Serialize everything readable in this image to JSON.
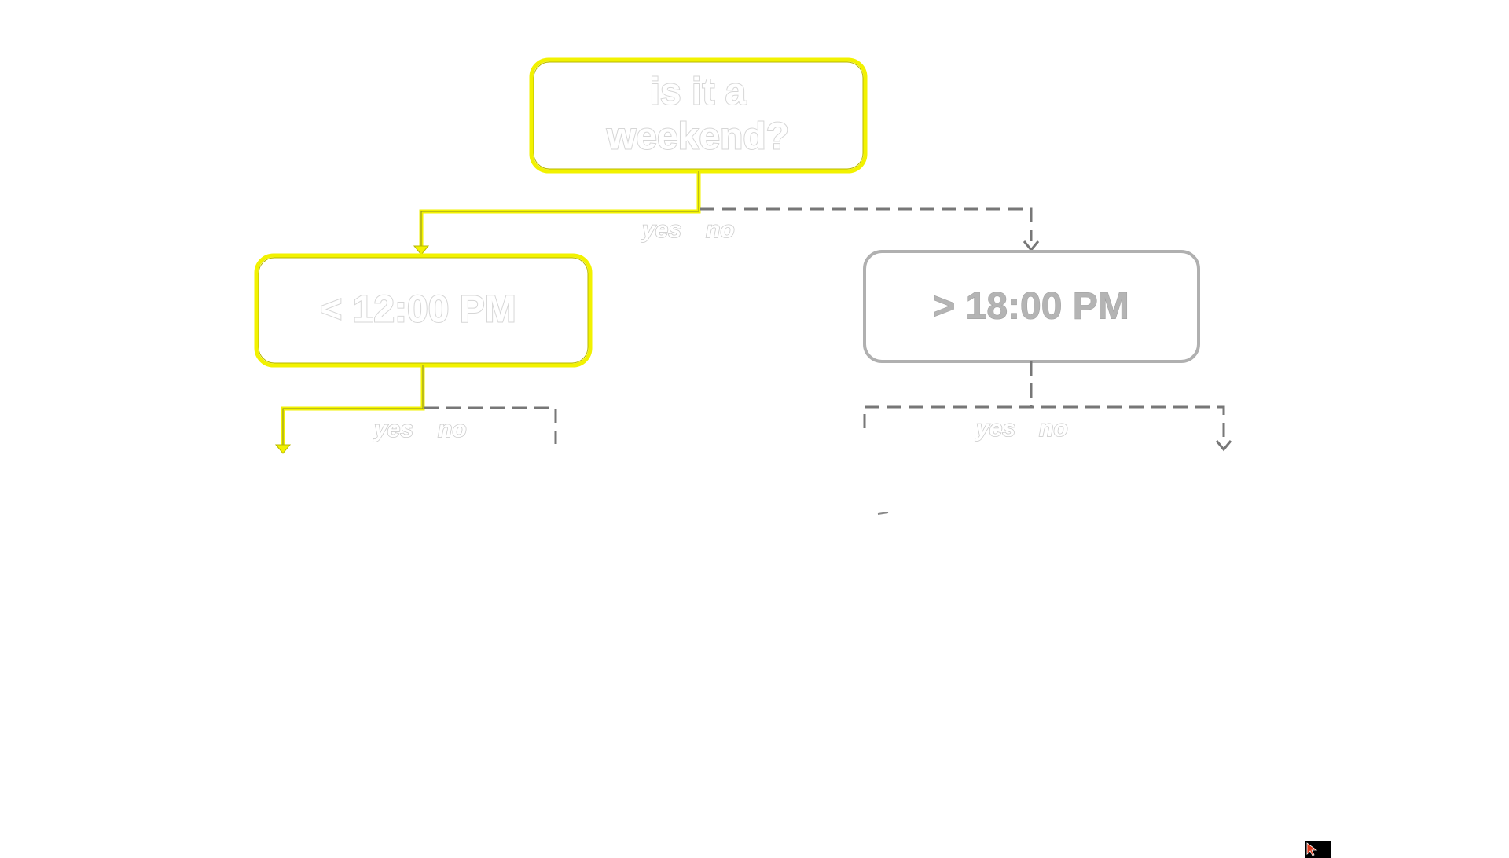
{
  "diagram": {
    "root": {
      "text_lines": [
        "is it a",
        "weekend?"
      ],
      "state": "active"
    },
    "left": {
      "text": "< 12:00  PM",
      "state": "active"
    },
    "right": {
      "text": "> 18:00 PM",
      "state": "inactive"
    },
    "edges": {
      "root": {
        "yes": "yes",
        "no": "no"
      },
      "left": {
        "yes": "yes",
        "no": "no"
      },
      "right": {
        "yes": "yes",
        "no": "no"
      }
    }
  },
  "colors": {
    "active_path": "#f2f200",
    "inactive_path": "#777777",
    "inactive_box": "#b0b0b0",
    "background": "#ffffff"
  },
  "icons": {
    "cursor": "pointer-arrow-icon"
  }
}
